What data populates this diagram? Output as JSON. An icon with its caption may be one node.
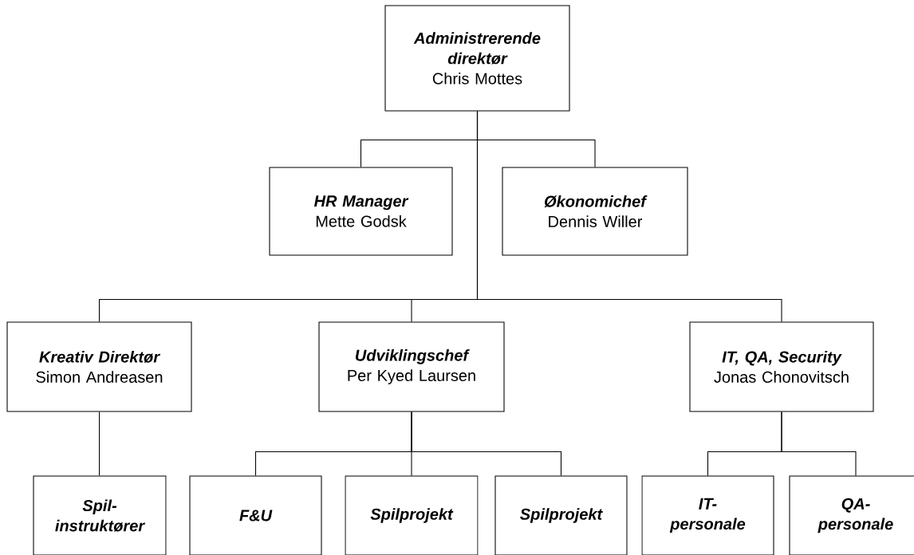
{
  "diagram": {
    "nodes": [
      {
        "text": [
          "Administrerende direktør",
          "Chris Mottes"
        ]
      },
      {
        "text": [
          "HR Manager",
          "Mette Godsk"
        ]
      },
      {
        "text": [
          "Økonomichef",
          "Dennis Willer"
        ]
      },
      {
        "text": [
          "Kreativ Direktør",
          "Simon Andreasen"
        ]
      },
      {
        "text": [
          "Udviklingschef",
          "Per Kyed Laursen"
        ]
      },
      {
        "text": [
          "IT, QA, Security",
          "Jonas Chonovitsch"
        ]
      },
      {
        "text": [
          "Spil- instruktører"
        ]
      },
      {
        "text": [
          "F&U"
        ]
      },
      {
        "text": [
          "Spilprojekt"
        ]
      },
      {
        "text": [
          "Spilprojekt"
        ]
      },
      {
        "text": [
          "IT- personale"
        ]
      },
      {
        "text": [
          "QA- personale"
        ]
      }
    ],
    "edges": [
      {
        "from": 0,
        "to": 1,
        "arrow": "none"
      },
      {
        "from": 0,
        "to": 2,
        "arrow": "none"
      },
      {
        "from": 0,
        "to": 3,
        "arrow": "none"
      },
      {
        "from": 0,
        "to": 4,
        "arrow": "none"
      },
      {
        "from": 0,
        "to": 5,
        "arrow": "none"
      },
      {
        "from": 3,
        "to": 6,
        "arrow": "none"
      },
      {
        "from": 4,
        "to": 7,
        "arrow": "none"
      },
      {
        "from": 4,
        "to": 8,
        "arrow": "none"
      },
      {
        "from": 4,
        "to": 9,
        "arrow": "none"
      },
      {
        "from": 5,
        "to": 10,
        "arrow": "none"
      },
      {
        "from": 5,
        "to": 11,
        "arrow": "none"
      }
    ]
  }
}
